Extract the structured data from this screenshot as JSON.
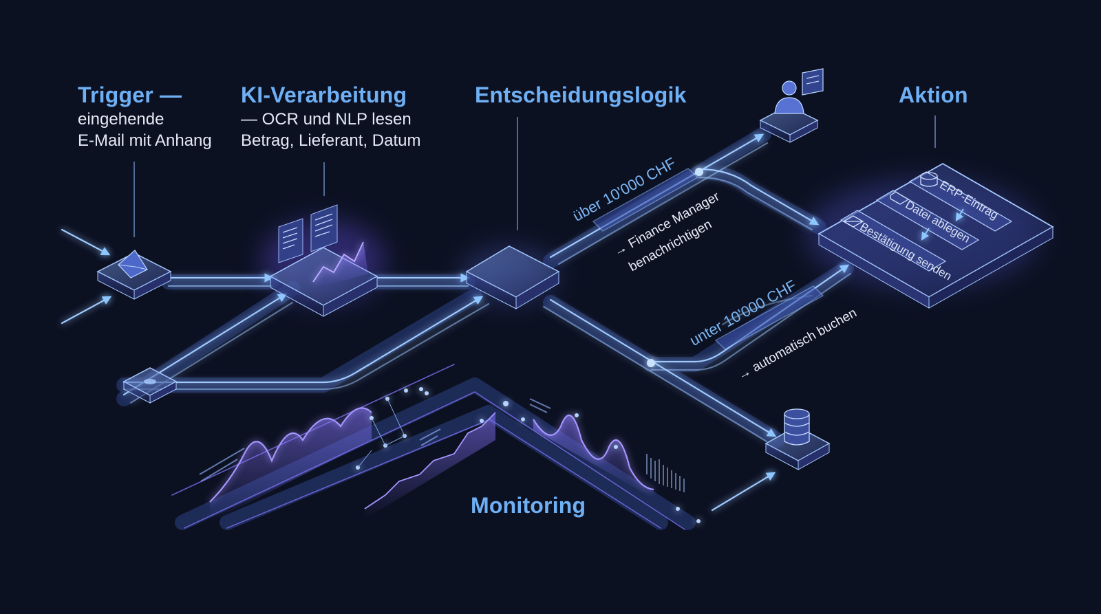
{
  "stages": {
    "trigger": {
      "title": "Trigger —",
      "desc": [
        "eingehende",
        "E-Mail mit Anhang"
      ]
    },
    "ki": {
      "title": "KI-Verarbeitung",
      "desc": [
        "— OCR und NLP lesen",
        "Betrag, Lieferant, Datum"
      ]
    },
    "decision": {
      "title": "Entscheidungslogik"
    },
    "action": {
      "title": "Aktion"
    },
    "monitoring": {
      "title": "Monitoring"
    }
  },
  "branches": {
    "upper": {
      "condition": "über 10'000 CHF",
      "result_line1": "→ Finance Manager",
      "result_line2": "benachrichtigen"
    },
    "lower": {
      "condition": "unter 10'000 CHF",
      "result": "→ automatisch buchen"
    }
  },
  "action_steps": [
    "ERP-Eintrag",
    "Datei ablegen",
    "Bestätigung senden"
  ],
  "icons": [
    "mail-icon",
    "document-icon",
    "chart-icon",
    "user-icon",
    "chat-icon",
    "database-icon",
    "folder-icon",
    "envelope-icon"
  ],
  "colors": {
    "background": "#0c1122",
    "accent": "#6fb0f5",
    "glow": "#8a7cf0",
    "text": "#e4e9f4"
  }
}
